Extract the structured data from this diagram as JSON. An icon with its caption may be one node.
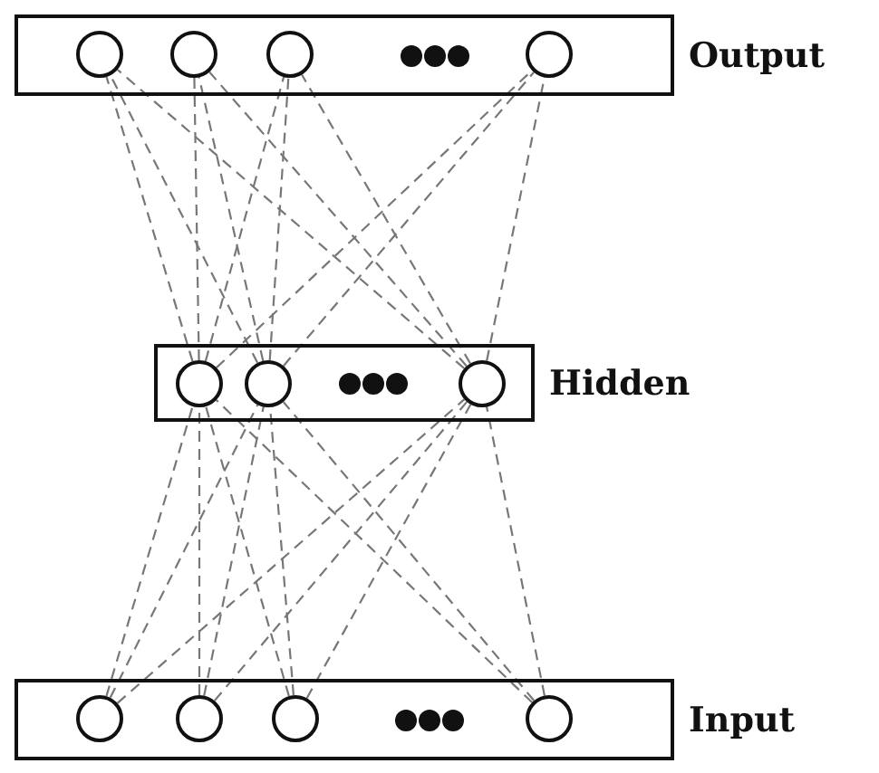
{
  "diagram": {
    "nodes": [
      {
        "text": [
          "Output"
        ]
      },
      {
        "text": [],
        "shape": "circle",
        "in": 0
      },
      {
        "text": [],
        "shape": "circle",
        "in": 0
      },
      {
        "text": [],
        "shape": "circle",
        "in": 0
      },
      {
        "text": [],
        "shape": "circle",
        "in": 0
      },
      {
        "text": [
          "Hidden"
        ]
      },
      {
        "text": [],
        "shape": "circle",
        "in": 5
      },
      {
        "text": [],
        "shape": "circle",
        "in": 5
      },
      {
        "text": [],
        "shape": "circle",
        "in": 5
      },
      {
        "text": [
          "Input"
        ]
      },
      {
        "text": [],
        "shape": "circle",
        "in": 9
      },
      {
        "text": [],
        "shape": "circle",
        "in": 9
      },
      {
        "text": [],
        "shape": "circle",
        "in": 9
      },
      {
        "text": [],
        "shape": "circle",
        "in": 9
      }
    ],
    "edges": [
      {
        "from": 6,
        "to": 1,
        "arrow": "none",
        "style": "dashed"
      },
      {
        "from": 6,
        "to": 2,
        "arrow": "none",
        "style": "dashed"
      },
      {
        "from": 6,
        "to": 3,
        "arrow": "none",
        "style": "dashed"
      },
      {
        "from": 6,
        "to": 4,
        "arrow": "none",
        "style": "dashed"
      },
      {
        "from": 7,
        "to": 1,
        "arrow": "none",
        "style": "dashed"
      },
      {
        "from": 7,
        "to": 2,
        "arrow": "none",
        "style": "dashed"
      },
      {
        "from": 7,
        "to": 3,
        "arrow": "none",
        "style": "dashed"
      },
      {
        "from": 7,
        "to": 4,
        "arrow": "none",
        "style": "dashed"
      },
      {
        "from": 8,
        "to": 1,
        "arrow": "none",
        "style": "dashed"
      },
      {
        "from": 8,
        "to": 2,
        "arrow": "none",
        "style": "dashed"
      },
      {
        "from": 8,
        "to": 3,
        "arrow": "none",
        "style": "dashed"
      },
      {
        "from": 8,
        "to": 4,
        "arrow": "none",
        "style": "dashed"
      },
      {
        "from": 10,
        "to": 6,
        "arrow": "none",
        "style": "dashed"
      },
      {
        "from": 10,
        "to": 7,
        "arrow": "none",
        "style": "dashed"
      },
      {
        "from": 10,
        "to": 8,
        "arrow": "none",
        "style": "dashed"
      },
      {
        "from": 11,
        "to": 6,
        "arrow": "none",
        "style": "dashed"
      },
      {
        "from": 11,
        "to": 7,
        "arrow": "none",
        "style": "dashed"
      },
      {
        "from": 11,
        "to": 8,
        "arrow": "none",
        "style": "dashed"
      },
      {
        "from": 12,
        "to": 6,
        "arrow": "none",
        "style": "dashed"
      },
      {
        "from": 12,
        "to": 7,
        "arrow": "none",
        "style": "dashed"
      },
      {
        "from": 12,
        "to": 8,
        "arrow": "none",
        "style": "dashed"
      },
      {
        "from": 13,
        "to": 6,
        "arrow": "none",
        "style": "dashed"
      },
      {
        "from": 13,
        "to": 7,
        "arrow": "none",
        "style": "dashed"
      },
      {
        "from": 13,
        "to": 8,
        "arrow": "none",
        "style": "dashed"
      }
    ]
  }
}
